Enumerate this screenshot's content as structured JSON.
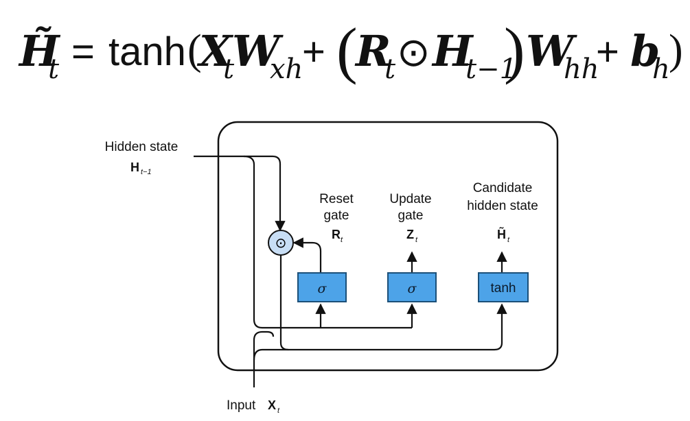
{
  "equation": {
    "lhs_symbol": "H̃",
    "lhs_sub": "t",
    "equals": "=",
    "func": "tanh",
    "open_paren": "(",
    "x_symbol": "X",
    "x_sub": "t",
    "wxh_symbol": "W",
    "wxh_sub": "xh",
    "plus1": "+",
    "big_open": "(",
    "r_symbol": "R",
    "r_sub": "t",
    "odot": "⊙",
    "h_symbol": "H",
    "h_sub": "t−1",
    "big_close": ")",
    "whh_symbol": "W",
    "whh_sub": "hh",
    "plus2": "+",
    "b_symbol": "b",
    "b_sub": "h",
    "close_paren": ")"
  },
  "diagram": {
    "hidden_state_label": "Hidden state",
    "hidden_state_symbol": "H",
    "hidden_state_sub": "t−1",
    "input_label": "Input",
    "input_symbol": "X",
    "input_sub": "t",
    "hadamard_glyph": "⊙",
    "reset_gate": {
      "label_line1": "Reset",
      "label_line2": "gate",
      "symbol": "R",
      "sub": "t",
      "op": "σ"
    },
    "update_gate": {
      "label_line1": "Update",
      "label_line2": "gate",
      "symbol": "Z",
      "sub": "t",
      "op": "σ"
    },
    "candidate": {
      "label_line1": "Candidate",
      "label_line2": "hidden state",
      "symbol": "H̃",
      "sub": "t",
      "op": "tanh"
    },
    "colors": {
      "gate_fill": "#4da3e8",
      "gate_stroke": "#1b4f78",
      "node_fill": "#c8def5",
      "line": "#111111"
    }
  }
}
